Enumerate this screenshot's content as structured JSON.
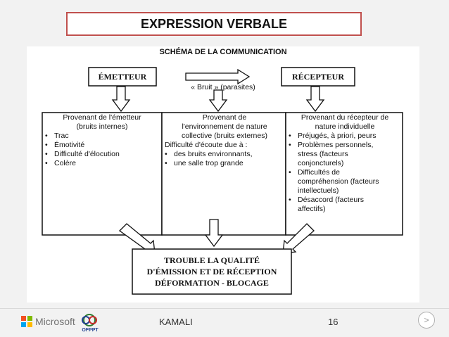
{
  "slide_title": "EXPRESSION VERBALE",
  "diagram": {
    "heading": "SCHÉMA DE LA COMMUNICATION",
    "emitter": "ÉMETTEUR",
    "noise": "« Bruit » (parasites)",
    "receiver": "RÉCEPTEUR",
    "col1": {
      "heading": [
        "Provenant de l'émetteur",
        "(bruits internes)"
      ],
      "bullets": [
        "Trac",
        "Émotivité",
        "Difficulté d'élocution",
        "Colère"
      ]
    },
    "col2": {
      "heading": [
        "Provenant de",
        "l'environnement de nature",
        "collective (bruits externes)"
      ],
      "intro": "Difficulté d'écoute due à :",
      "bullets": [
        "des bruits environnants,",
        "une salle trop grande"
      ]
    },
    "col3": {
      "heading": [
        "Provenant du récepteur de",
        "nature individuelle"
      ],
      "bullets": [
        [
          "Préjugés, à priori, peurs"
        ],
        [
          "Problèmes personnels,",
          "stress (facteurs",
          "conjoncturels)"
        ],
        [
          "Difficultés de",
          "compréhension (facteurs",
          "intellectuels)"
        ],
        [
          "Désaccord (facteurs",
          "affectifs)"
        ]
      ]
    },
    "result": [
      "TROUBLE LA QUALITÉ",
      "D'ÉMISSION ET DE RÉCEPTION",
      "DÉFORMATION - BLOCAGE"
    ]
  },
  "footer": {
    "brand": "Microsoft",
    "logo2_label": "OFPPT",
    "author": "KAMALI",
    "page": "16",
    "next": ">"
  },
  "colors": {
    "title_border": "#c0504d",
    "ms_red": "#f25022",
    "ms_green": "#7fba00",
    "ms_blue": "#00a4ef",
    "ms_yellow": "#ffb900"
  }
}
